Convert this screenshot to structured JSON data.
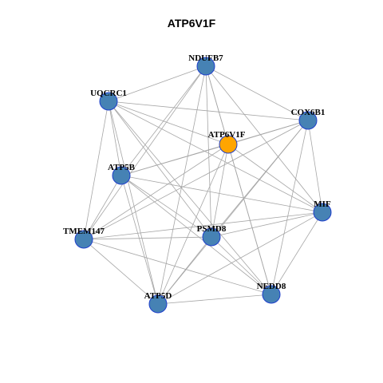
{
  "title": "ATP6V1F",
  "colors": {
    "highlight_fill": "#FFA500",
    "node_fill": "#4682B4",
    "node_stroke": "#1F3FCC",
    "edge": "#A6A6A6"
  },
  "nodes": [
    {
      "id": "NDUFB7",
      "label": "NDUFB7",
      "highlight": false
    },
    {
      "id": "UQCRC1",
      "label": "UQCRC1",
      "highlight": false
    },
    {
      "id": "COX6B1",
      "label": "COX6B1",
      "highlight": false
    },
    {
      "id": "ATP6V1F",
      "label": "ATP6V1F",
      "highlight": true
    },
    {
      "id": "ATP5B",
      "label": "ATP5B",
      "highlight": false
    },
    {
      "id": "MIF",
      "label": "MIF",
      "highlight": false
    },
    {
      "id": "TMEM147",
      "label": "TMEM147",
      "highlight": false
    },
    {
      "id": "PSMD8",
      "label": "PSMD8",
      "highlight": false
    },
    {
      "id": "NEDD8",
      "label": "NEDD8",
      "highlight": false
    },
    {
      "id": "ATP5D",
      "label": "ATP5D",
      "highlight": false
    }
  ],
  "edges": [
    [
      "NDUFB7",
      "UQCRC1"
    ],
    [
      "NDUFB7",
      "COX6B1"
    ],
    [
      "NDUFB7",
      "ATP6V1F"
    ],
    [
      "NDUFB7",
      "ATP5B"
    ],
    [
      "NDUFB7",
      "MIF"
    ],
    [
      "NDUFB7",
      "TMEM147"
    ],
    [
      "NDUFB7",
      "PSMD8"
    ],
    [
      "NDUFB7",
      "NEDD8"
    ],
    [
      "NDUFB7",
      "ATP5D"
    ],
    [
      "UQCRC1",
      "COX6B1"
    ],
    [
      "UQCRC1",
      "ATP6V1F"
    ],
    [
      "UQCRC1",
      "ATP5B"
    ],
    [
      "UQCRC1",
      "MIF"
    ],
    [
      "UQCRC1",
      "TMEM147"
    ],
    [
      "UQCRC1",
      "PSMD8"
    ],
    [
      "UQCRC1",
      "NEDD8"
    ],
    [
      "UQCRC1",
      "ATP5D"
    ],
    [
      "COX6B1",
      "ATP6V1F"
    ],
    [
      "COX6B1",
      "ATP5B"
    ],
    [
      "COX6B1",
      "MIF"
    ],
    [
      "COX6B1",
      "TMEM147"
    ],
    [
      "COX6B1",
      "PSMD8"
    ],
    [
      "COX6B1",
      "NEDD8"
    ],
    [
      "COX6B1",
      "ATP5D"
    ],
    [
      "ATP6V1F",
      "ATP5B"
    ],
    [
      "ATP6V1F",
      "MIF"
    ],
    [
      "ATP6V1F",
      "TMEM147"
    ],
    [
      "ATP6V1F",
      "PSMD8"
    ],
    [
      "ATP6V1F",
      "NEDD8"
    ],
    [
      "ATP6V1F",
      "ATP5D"
    ],
    [
      "ATP5B",
      "MIF"
    ],
    [
      "ATP5B",
      "TMEM147"
    ],
    [
      "ATP5B",
      "PSMD8"
    ],
    [
      "ATP5B",
      "NEDD8"
    ],
    [
      "ATP5B",
      "ATP5D"
    ],
    [
      "MIF",
      "TMEM147"
    ],
    [
      "MIF",
      "PSMD8"
    ],
    [
      "MIF",
      "NEDD8"
    ],
    [
      "MIF",
      "ATP5D"
    ],
    [
      "TMEM147",
      "PSMD8"
    ],
    [
      "TMEM147",
      "NEDD8"
    ],
    [
      "TMEM147",
      "ATP5D"
    ],
    [
      "PSMD8",
      "NEDD8"
    ],
    [
      "PSMD8",
      "ATP5D"
    ],
    [
      "NEDD8",
      "ATP5D"
    ]
  ]
}
